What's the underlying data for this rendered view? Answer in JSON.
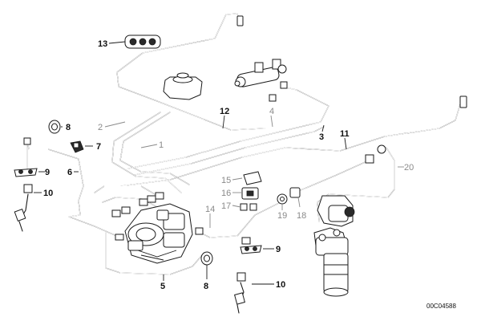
{
  "labels": {
    "l1": "1",
    "l2": "2",
    "l3": "3",
    "l4": "4",
    "l5": "5",
    "l6": "6",
    "l7": "7",
    "l8a": "8",
    "l8b": "8",
    "l9a": "9",
    "l9b": "9",
    "l10a": "10",
    "l10b": "10",
    "l11": "11",
    "l12": "12",
    "l13": "13",
    "l14": "14",
    "l15": "15",
    "l16": "16",
    "l17": "17",
    "l18": "18",
    "l19": "19",
    "l20": "20"
  },
  "diagram_code": "00C04588",
  "colors": {
    "line": "#1a1a1a",
    "faded_label": "#8a8a8a",
    "background": "#ffffff"
  }
}
